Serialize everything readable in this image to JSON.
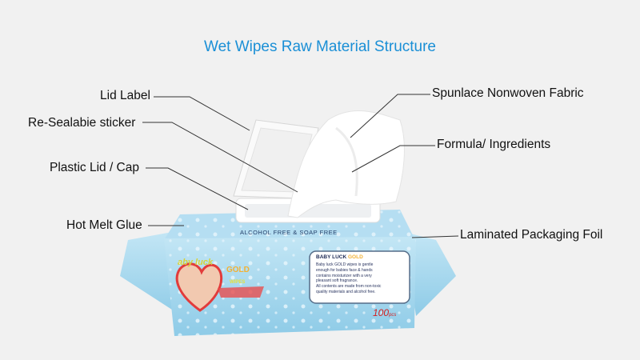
{
  "title": "Wet Wipes Raw Material Structure",
  "labels": {
    "lid_label": "Lid Label",
    "sticker": "Re-Sealabie sticker",
    "lid_cap": "Plastic Lid / Cap",
    "glue": "Hot Melt Glue",
    "fabric": "Spunlace Nonwoven Fabric",
    "formula": "Formula/ Ingredients",
    "foil": "Laminated Packaging Foil"
  },
  "package": {
    "banner": "ALCOHOL FREE & SOAP FREE",
    "brand": "aby luck",
    "gold": "GOLD",
    "wipes": "WIPES",
    "box_title": "BABY LUCK",
    "box_gold": "GOLD",
    "box_lines": [
      "Baby luck GOLD wipes is gentle",
      "enough for babies face & hands",
      "contains moisturizer with a very",
      "pleasant soft fragrance.",
      "All contents are made from non-toxic",
      "quality materials and alcohol free."
    ],
    "count": "100",
    "count_unit": "pcs"
  },
  "colors": {
    "title": "#1a8fd6",
    "package": "#a9d9ef",
    "gold": "#f2b134",
    "count": "#d42020"
  }
}
